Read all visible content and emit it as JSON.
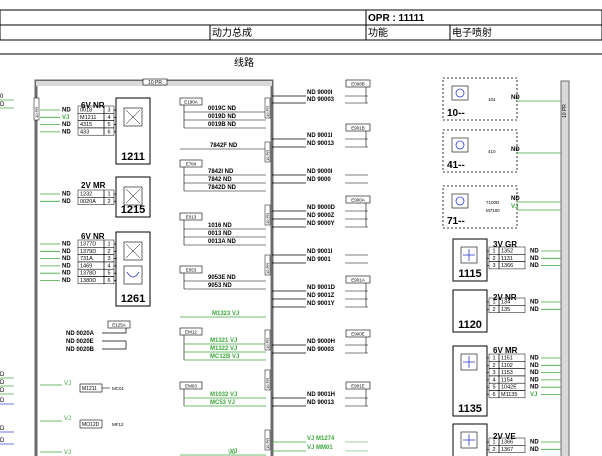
{
  "header": {
    "opr": "OPR : 11111",
    "group": "动力总成",
    "function_label": "功能",
    "function_value": "电子喷射",
    "section": "线路"
  },
  "main_connector": "10 PR",
  "colors": {
    "wire_green": "#3aa83a",
    "wire_blue": "#2b3dd6",
    "ink": "#000000",
    "frame": "#6b6b6b"
  },
  "left_edge": [
    "0",
    "D",
    "D",
    "D",
    "D",
    "D",
    "D",
    "D"
  ],
  "connectors": [
    {
      "id": "1211",
      "type": "6V NR",
      "icon": "fan-icon",
      "pins": [
        [
          "0018",
          "3"
        ],
        [
          "M1211",
          "4"
        ],
        [
          "4315",
          "5"
        ],
        [
          "433",
          "6"
        ]
      ],
      "nd": [
        "ND",
        "VJ",
        "ND",
        "ND"
      ]
    },
    {
      "id": "1215",
      "type": "2V MR",
      "icon": "module-icon",
      "pins": [
        [
          "1232",
          "1"
        ],
        [
          "0020A",
          "2"
        ]
      ],
      "nd": [
        "ND",
        "ND"
      ]
    },
    {
      "id": "1261",
      "type": "6V NR",
      "icon": "sensor-icon",
      "pins": [
        [
          "1377D",
          "1"
        ],
        [
          "1379D",
          "2"
        ],
        [
          "731A",
          "3"
        ],
        [
          "1469",
          "4"
        ],
        [
          "1378D",
          "5"
        ],
        [
          "1380D",
          "6"
        ]
      ],
      "nd": [
        "ND",
        "ND",
        "ND",
        "ND",
        "ND",
        "ND"
      ]
    }
  ],
  "left_bottom": {
    "box": "E125A",
    "labels": [
      "ND 0020A",
      "ND 0020E",
      "ND 0020B"
    ],
    "vj1": "VJ",
    "m1": "M1211",
    "mc1": "MC01",
    "vj2": "VJ",
    "m2": "MO12D",
    "mc2": "MF12",
    "vj3": "VJ",
    "vj4": "VJ"
  },
  "splices": [
    {
      "box": "E190A",
      "lines": [
        "0019C ND",
        "0019D ND",
        "0019B ND"
      ]
    },
    {
      "box": "E784",
      "lines": [
        "7842F ND"
      ]
    },
    {
      "box": "E784",
      "lines": [
        "7842I ND",
        "7842 ND",
        "7842D ND"
      ]
    },
    {
      "box": "E013",
      "lines": [
        "1016 ND",
        "0013 ND",
        "0013A ND"
      ]
    },
    {
      "box": "E053",
      "lines": [
        "9053E ND",
        "9053 ND"
      ]
    },
    {
      "box": "",
      "lines": [
        "M1323 VJ"
      ]
    },
    {
      "box": "EM12",
      "lines": [
        "M1321 VJ",
        "M1322 VJ",
        "MC12B VJ"
      ]
    },
    {
      "box": "EM03",
      "lines": [
        "M1032 VJ",
        "MC53 VJ"
      ]
    },
    {
      "box": "",
      "lines": [
        "VJ"
      ]
    }
  ],
  "right_groups": [
    {
      "box": "E008B",
      "lines": [
        "ND 9000I",
        "ND 90003"
      ]
    },
    {
      "box": "E901B",
      "lines": [
        "ND 9001I",
        "ND 90013"
      ]
    },
    {
      "box": "",
      "lines": [
        "ND 9000I",
        "ND 9000"
      ]
    },
    {
      "box": "E900A",
      "lines": [
        "ND 9000D",
        "ND 9000Z",
        "ND 9000Y"
      ]
    },
    {
      "box": "",
      "lines": [
        "ND 9001I",
        "ND 9001"
      ]
    },
    {
      "box": "E901A",
      "lines": [
        "ND 9001D",
        "ND 9001Z",
        "ND 9001Y"
      ]
    },
    {
      "box": "E900E",
      "lines": [
        "ND 9000H",
        "ND 90003"
      ]
    },
    {
      "box": "E901E",
      "lines": [
        "ND 9001H",
        "ND 90013"
      ]
    },
    {
      "box": "",
      "lines": [
        "VJ M1274",
        "VJ MM01"
      ]
    }
  ],
  "right_components": [
    {
      "id": "10--",
      "icon": "injector-icon",
      "wire": "104",
      "nd": "ND"
    },
    {
      "id": "41--",
      "icon": "tank-icon",
      "wire": "410",
      "nd": "ND"
    },
    {
      "id": "71--",
      "icon": "gauge-icon",
      "wire1": "7100D",
      "wire2": "M7100",
      "nd1": "ND",
      "nd2": "VJ"
    }
  ],
  "right_connectors": [
    {
      "id": "1115",
      "type": "3V GR",
      "icon": "relay-icon",
      "pins": [
        [
          "1",
          "1352"
        ],
        [
          "2",
          "1131"
        ],
        [
          "3",
          "1366"
        ]
      ],
      "nd": [
        "ND",
        "ND",
        "ND"
      ]
    },
    {
      "id": "1120",
      "type": "2V NR",
      "icon": "",
      "pins": [
        [
          "1",
          "134"
        ],
        [
          "2",
          "135"
        ]
      ],
      "nd": [
        "ND",
        "ND"
      ]
    },
    {
      "id": "1135",
      "type": "6V MR",
      "icon": "valve-icon",
      "pins": [
        [
          "1",
          "1151"
        ],
        [
          "2",
          "1102"
        ],
        [
          "3",
          "1153"
        ],
        [
          "4",
          "1154"
        ],
        [
          "5",
          "1042E"
        ],
        [
          "6",
          "M1135"
        ]
      ],
      "nd": [
        "ND",
        "ND",
        "ND",
        "ND",
        "ND",
        "VJ"
      ]
    },
    {
      "id": "",
      "type": "2V VE",
      "icon": "plug-icon",
      "pins": [
        [
          "1",
          "1366"
        ],
        [
          "2",
          "1367"
        ]
      ],
      "nd": [
        "ND",
        "ND"
      ]
    }
  ],
  "side_labels": {
    "left_rail": "10 PR",
    "right_rail": "10 PR"
  }
}
